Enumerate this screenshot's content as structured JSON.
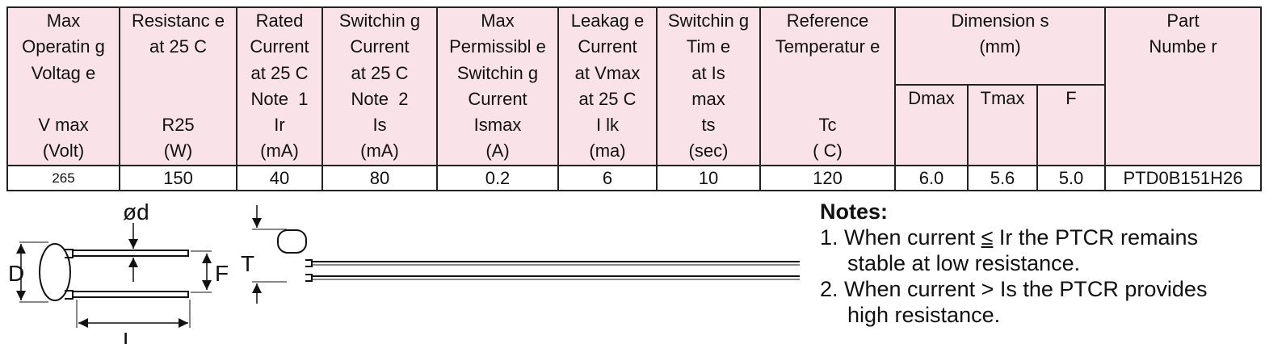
{
  "table": {
    "headers": [
      [
        "Max",
        "Operatin g",
        "Voltag e",
        "",
        "V max",
        "(Volt)"
      ],
      [
        "Resistanc e",
        "at 25 C",
        "",
        "",
        "R25",
        "(W)"
      ],
      [
        "Rated",
        "Current",
        "at 25 C",
        "Note  1",
        "Ir",
        "(mA)"
      ],
      [
        "Switchin g",
        "Current",
        "at 25 C",
        "Note  2",
        "Is",
        "(mA)"
      ],
      [
        "Max",
        "Permissibl e",
        "Switchin g",
        "Current",
        "Ismax",
        "(A)"
      ],
      [
        "Leakag e",
        "Current",
        "at Vmax",
        "at 25 C",
        "I lk",
        "(ma)"
      ],
      [
        "Switchin g",
        "Tim e",
        "at Is",
        "max",
        "ts",
        "(sec)"
      ],
      [
        "Reference",
        "Temperatur e",
        "",
        "",
        "Tc",
        "( C)"
      ]
    ],
    "dimensions_header": [
      "Dimension s",
      "(mm)"
    ],
    "dimension_subheaders": [
      "Dmax",
      "Tmax",
      "F"
    ],
    "part_header": [
      "Part",
      "Numbe r"
    ],
    "row": [
      "265",
      "150",
      "40",
      "80",
      "0.2",
      "6",
      "10",
      "120",
      "6.0",
      "5.6",
      "5.0",
      "PTD0B151H26"
    ]
  },
  "diagram": {
    "d": "ød",
    "D": "D",
    "F": "F",
    "L": "L",
    "T": "T"
  },
  "notes": {
    "title": "Notes:",
    "items": [
      [
        "1. When current ",
        "≤",
        " Ir the PTCR remains",
        "stable at low resistance."
      ],
      [
        "2. When current > Is the PTCR provides",
        "high resistance."
      ]
    ]
  }
}
